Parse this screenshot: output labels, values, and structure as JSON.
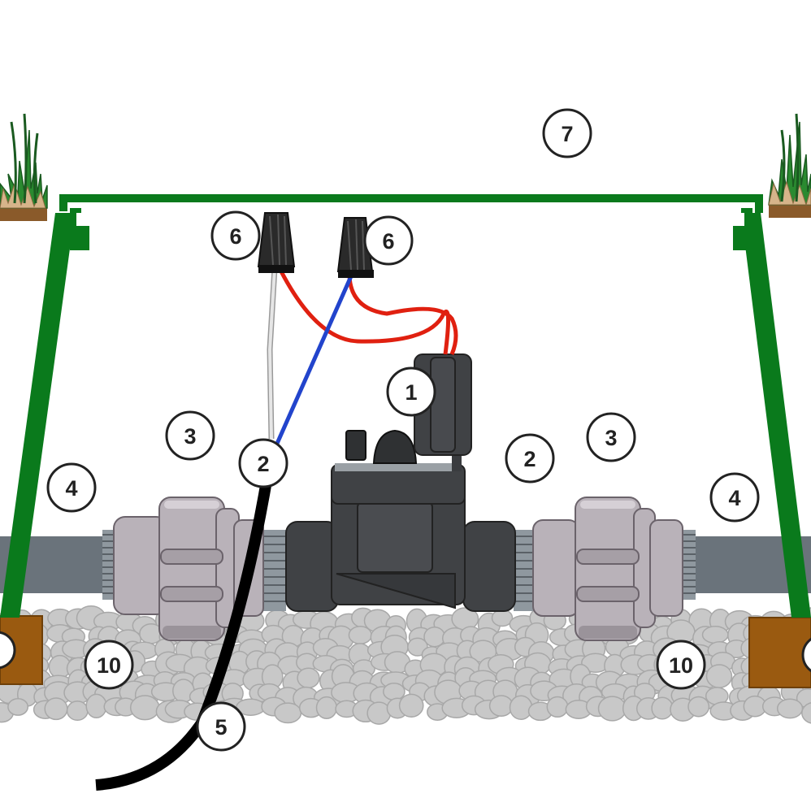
{
  "diagram": {
    "callouts": {
      "valve": "1",
      "adapter_left": "2",
      "adapter_right": "2",
      "union_left": "3",
      "union_right": "3",
      "pipe_left": "4",
      "pipe_right": "4",
      "cable": "5",
      "connector_left": "6",
      "connector_right": "6",
      "lid": "7",
      "gravel_left": "10",
      "gravel_right": "10"
    },
    "colors": {
      "box_green": "#0a7a1c",
      "pipe_gray": "#6a737b",
      "union_light": "#b9b2b9",
      "valve_dark": "#404245",
      "wire_red": "#e02010",
      "wire_blue": "#2244cc",
      "wire_white": "#d8d8d8",
      "cable_black": "#000000",
      "gravel_gray": "#c8c8c8",
      "brick_brown": "#9a5a10",
      "grass_green": "#2a8a30",
      "soil_tan": "#d6b48a"
    }
  }
}
